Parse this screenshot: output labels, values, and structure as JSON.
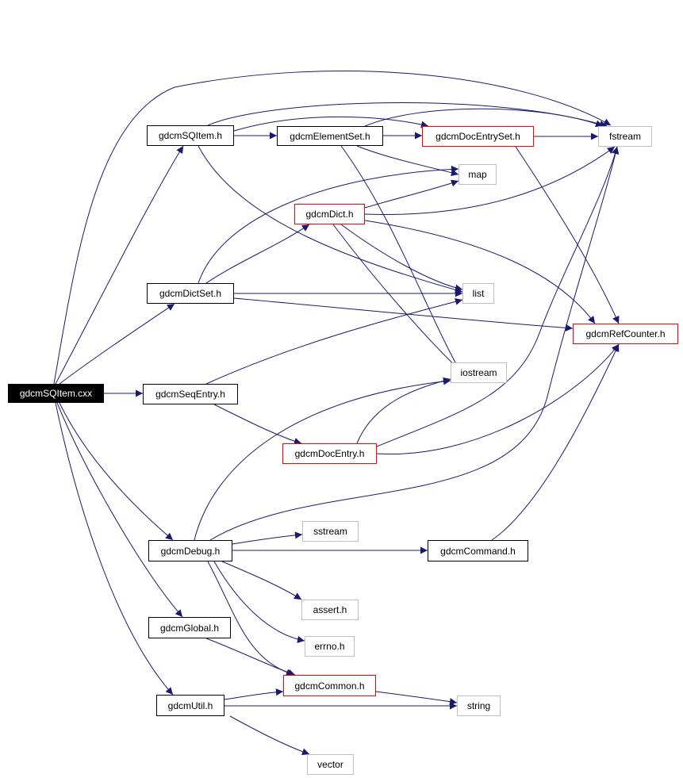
{
  "colors": {
    "edge": "#191970",
    "box_documented": "#000000",
    "box_truncated": "#ff0000",
    "box_external": "#bfbfbf",
    "root_fill": "#000000",
    "root_text": "#ffffff"
  },
  "nodes": {
    "root": {
      "label": "gdcmSQItem.cxx",
      "kind": "root"
    },
    "sqitem_h": {
      "label": "gdcmSQItem.h",
      "kind": "black"
    },
    "elementset_h": {
      "label": "gdcmElementSet.h",
      "kind": "black"
    },
    "docentryset_h": {
      "label": "gdcmDocEntrySet.h",
      "kind": "red"
    },
    "fstream": {
      "label": "fstream",
      "kind": "grey"
    },
    "map": {
      "label": "map",
      "kind": "grey"
    },
    "dict_h": {
      "label": "gdcmDict.h",
      "kind": "red"
    },
    "dictset_h": {
      "label": "gdcmDictSet.h",
      "kind": "black"
    },
    "list": {
      "label": "list",
      "kind": "grey"
    },
    "refcounter_h": {
      "label": "gdcmRefCounter.h",
      "kind": "red"
    },
    "iostream": {
      "label": "iostream",
      "kind": "grey"
    },
    "seqentry_h": {
      "label": "gdcmSeqEntry.h",
      "kind": "black"
    },
    "docentry_h": {
      "label": "gdcmDocEntry.h",
      "kind": "red"
    },
    "sstream": {
      "label": "sstream",
      "kind": "grey"
    },
    "debug_h": {
      "label": "gdcmDebug.h",
      "kind": "black"
    },
    "command_h": {
      "label": "gdcmCommand.h",
      "kind": "black"
    },
    "assert_h": {
      "label": "assert.h",
      "kind": "grey"
    },
    "global_h": {
      "label": "gdcmGlobal.h",
      "kind": "black"
    },
    "errno_h": {
      "label": "errno.h",
      "kind": "grey"
    },
    "common_h": {
      "label": "gdcmCommon.h",
      "kind": "red"
    },
    "util_h": {
      "label": "gdcmUtil.h",
      "kind": "black"
    },
    "string": {
      "label": "string",
      "kind": "grey"
    },
    "vector": {
      "label": "vector",
      "kind": "grey"
    }
  },
  "edges": [
    [
      "root",
      "sqitem_h"
    ],
    [
      "root",
      "fstream"
    ],
    [
      "root",
      "dictset_h"
    ],
    [
      "root",
      "seqentry_h"
    ],
    [
      "root",
      "debug_h"
    ],
    [
      "root",
      "global_h"
    ],
    [
      "root",
      "util_h"
    ],
    [
      "sqitem_h",
      "elementset_h"
    ],
    [
      "sqitem_h",
      "fstream"
    ],
    [
      "sqitem_h",
      "docentryset_h"
    ],
    [
      "sqitem_h",
      "list"
    ],
    [
      "elementset_h",
      "docentryset_h"
    ],
    [
      "elementset_h",
      "fstream"
    ],
    [
      "elementset_h",
      "map"
    ],
    [
      "elementset_h",
      "iostream"
    ],
    [
      "docentryset_h",
      "fstream"
    ],
    [
      "docentryset_h",
      "refcounter_h"
    ],
    [
      "dict_h",
      "map"
    ],
    [
      "dict_h",
      "fstream"
    ],
    [
      "dict_h",
      "list"
    ],
    [
      "dict_h",
      "iostream"
    ],
    [
      "dict_h",
      "refcounter_h"
    ],
    [
      "dictset_h",
      "map"
    ],
    [
      "dictset_h",
      "dict_h"
    ],
    [
      "dictset_h",
      "list"
    ],
    [
      "dictset_h",
      "refcounter_h"
    ],
    [
      "seqentry_h",
      "list"
    ],
    [
      "seqentry_h",
      "docentry_h"
    ],
    [
      "docentry_h",
      "iostream"
    ],
    [
      "docentry_h",
      "fstream"
    ],
    [
      "docentry_h",
      "refcounter_h"
    ],
    [
      "debug_h",
      "iostream"
    ],
    [
      "debug_h",
      "fstream"
    ],
    [
      "debug_h",
      "sstream"
    ],
    [
      "debug_h",
      "command_h"
    ],
    [
      "debug_h",
      "assert_h"
    ],
    [
      "debug_h",
      "errno_h"
    ],
    [
      "debug_h",
      "common_h"
    ],
    [
      "command_h",
      "refcounter_h"
    ],
    [
      "global_h",
      "common_h"
    ],
    [
      "util_h",
      "common_h"
    ],
    [
      "util_h",
      "string"
    ],
    [
      "util_h",
      "vector"
    ],
    [
      "common_h",
      "string"
    ]
  ]
}
